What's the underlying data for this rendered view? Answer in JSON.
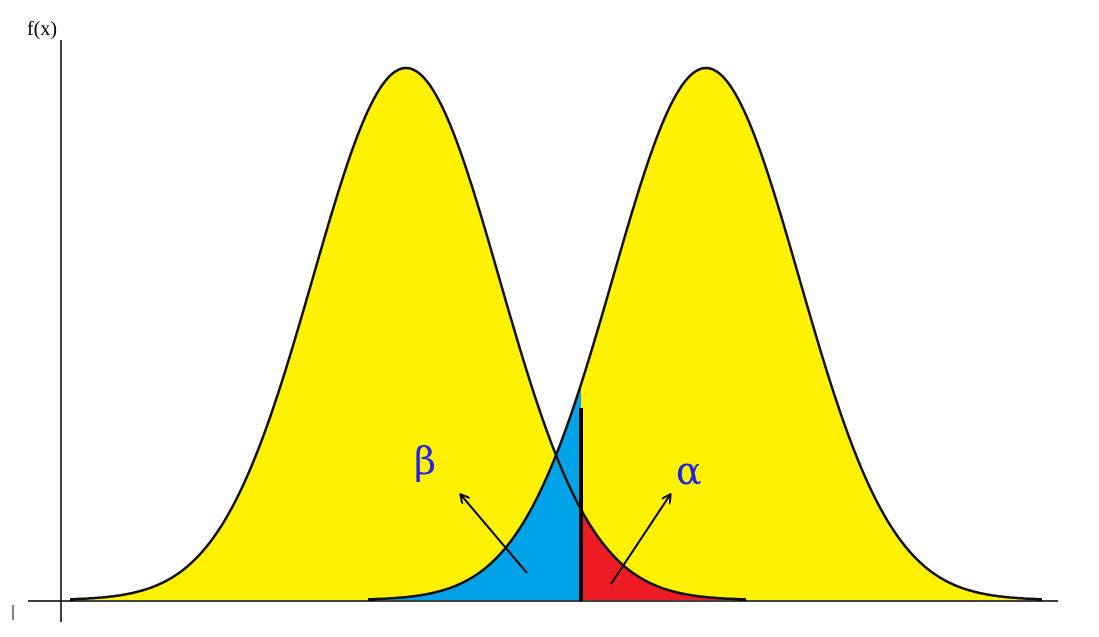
{
  "diagram": {
    "y_axis_label": "f(x)",
    "beta_label": "β",
    "alpha_label": "α",
    "colors": {
      "curve_fill": "#fff200",
      "curve_stroke": "#111111",
      "beta_region": "#00a2e8",
      "alpha_region": "#ed1c24",
      "greek_text": "#2323e6",
      "axis": "#000000"
    }
  }
}
